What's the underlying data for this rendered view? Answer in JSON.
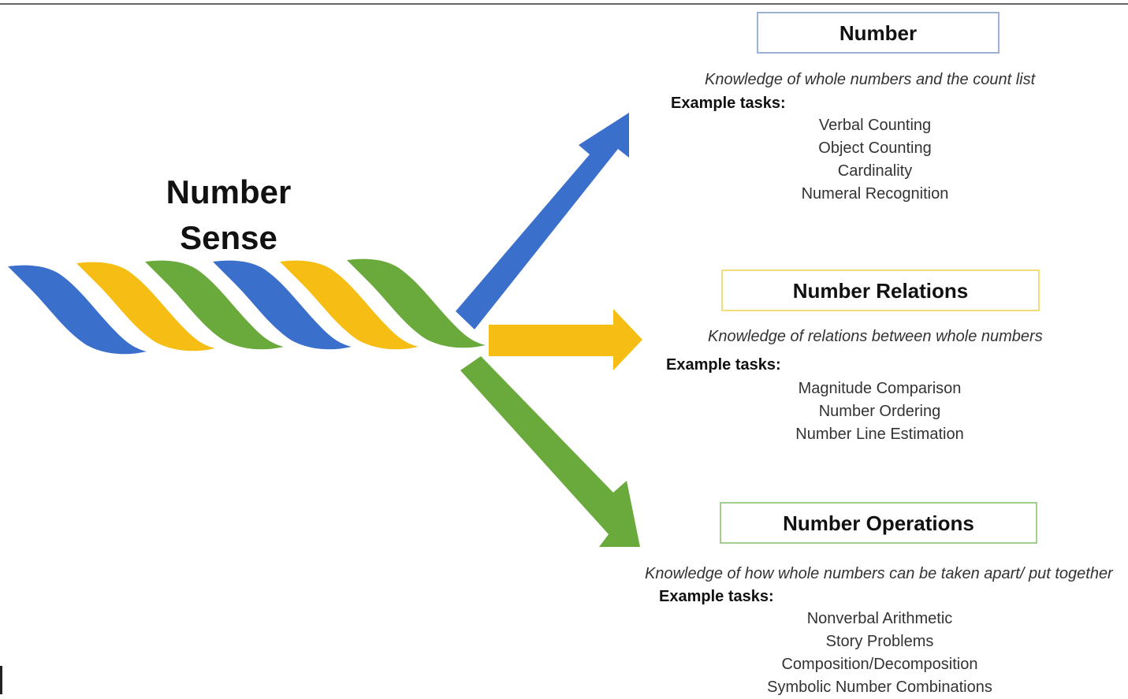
{
  "title_lines": [
    "Number",
    "Sense"
  ],
  "colors": {
    "blue": "#3a6fcb",
    "yellow": "#f6be14",
    "green": "#6aaa3c",
    "number_box_border": "#9db3d6",
    "relations_box_border": "#f3dc7a",
    "operations_box_border": "#9fcf8a"
  },
  "strands": [
    {
      "name": "number",
      "heading": "Number",
      "description": "Knowledge of whole numbers and the count list",
      "example_label": "Example tasks:",
      "tasks": [
        "Verbal Counting",
        "Object Counting",
        "Cardinality",
        "Numeral Recognition"
      ],
      "arrow_color": "blue"
    },
    {
      "name": "relations",
      "heading": "Number Relations",
      "description": "Knowledge of relations between whole numbers",
      "example_label": "Example tasks:",
      "tasks": [
        "Magnitude Comparison",
        "Number Ordering",
        "Number Line Estimation"
      ],
      "arrow_color": "yellow"
    },
    {
      "name": "operations",
      "heading": "Number Operations",
      "description": "Knowledge of how whole numbers can be taken apart/ put together",
      "example_label": "Example tasks:",
      "tasks": [
        "Nonverbal Arithmetic",
        "Story Problems",
        "Composition/Decomposition",
        "Symbolic Number Combinations"
      ],
      "arrow_color": "green"
    }
  ]
}
